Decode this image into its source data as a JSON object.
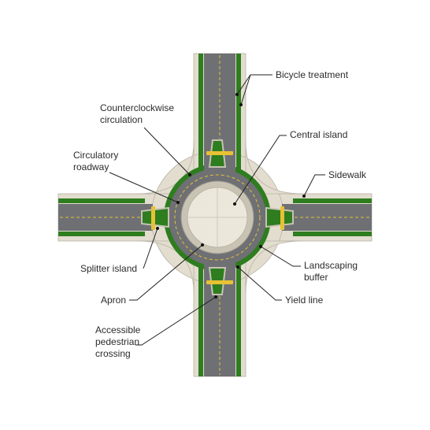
{
  "diagram": {
    "labels": {
      "bicycle_treatment": "Bicycle treatment",
      "counterclockwise_1": "Counterclockwise",
      "counterclockwise_2": "circulation",
      "central_island": "Central island",
      "circulatory_1": "Circulatory",
      "circulatory_2": "roadway",
      "sidewalk": "Sidewalk",
      "splitter_island": "Splitter island",
      "landscaping_1": "Landscaping",
      "landscaping_2": "buffer",
      "apron": "Apron",
      "yield_line": "Yield line",
      "accessible_1": "Accessible",
      "accessible_2": "pedestrian",
      "accessible_3": "crossing"
    },
    "colors": {
      "road": "#6e7074",
      "concrete": "#e2ddcf",
      "landscape": "#2e7d1f",
      "splitter": "#c7c2b3",
      "lane_marking": "#e7c234",
      "yield": "#ffffff"
    }
  }
}
